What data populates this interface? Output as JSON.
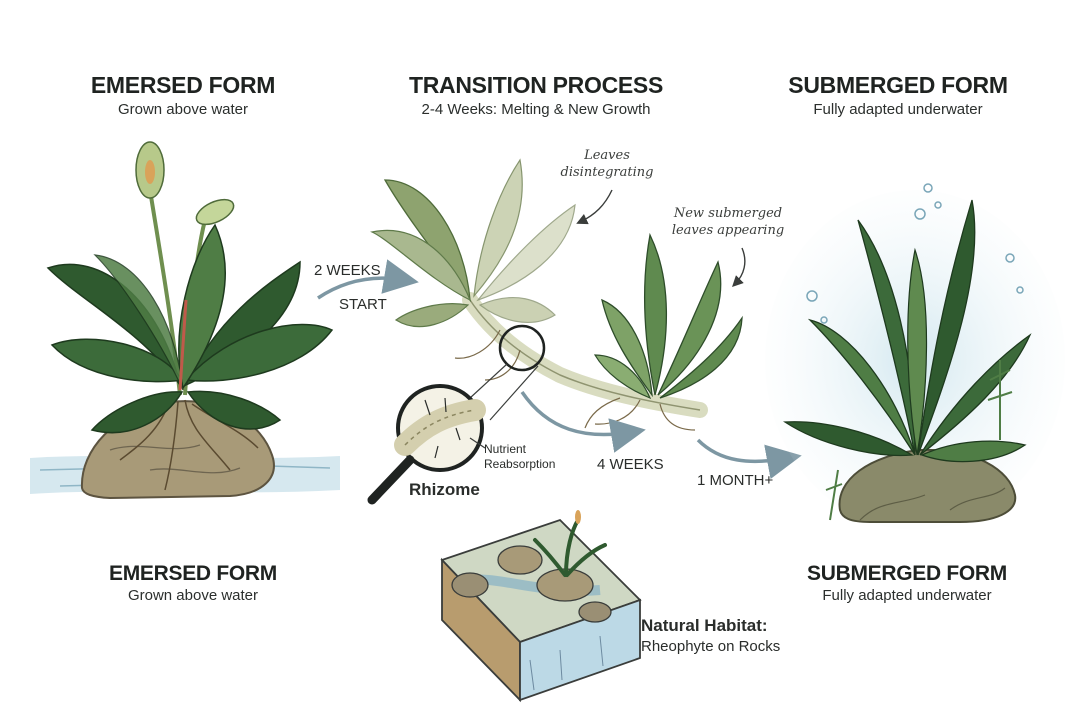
{
  "emersed": {
    "title": "EMERSED FORM",
    "subtitle": "Grown above water"
  },
  "transition": {
    "title": "TRANSITION PROCESS",
    "subtitle": "2-4 Weeks: Melting & New Growth"
  },
  "submerged": {
    "title": "SUBMERGED FORM",
    "subtitle": "Fully adapted underwater"
  },
  "emersed_bottom": {
    "title": "EMERSED FORM",
    "subtitle": "Grown above water"
  },
  "submerged_bottom": {
    "title": "SUBMERGED FORM",
    "subtitle": "Fully adapted underwater"
  },
  "arrows": {
    "two_weeks": "2 WEEKS",
    "start": "START",
    "four_weeks": "4 WEEKS",
    "one_month": "1 MONTH+"
  },
  "annotations": {
    "leaves_line1": "Leaves",
    "leaves_line2": "disintegrating",
    "new_line1": "New submerged",
    "new_line2": "leaves appearing",
    "nutrient_line1": "Nutrient",
    "nutrient_line2": "Reabsorption",
    "rhizome": "Rhizome"
  },
  "habitat": {
    "title": "Natural Habitat:",
    "subtitle": "Rheophyte on Rocks"
  },
  "colors": {
    "leaf_dark": "#2f5a2f",
    "leaf_mid": "#4f7d45",
    "leaf_pale": "#a9b88f",
    "water": "#bcd9e6",
    "rock": "#a89a78",
    "arrow": "#7d97a3"
  }
}
